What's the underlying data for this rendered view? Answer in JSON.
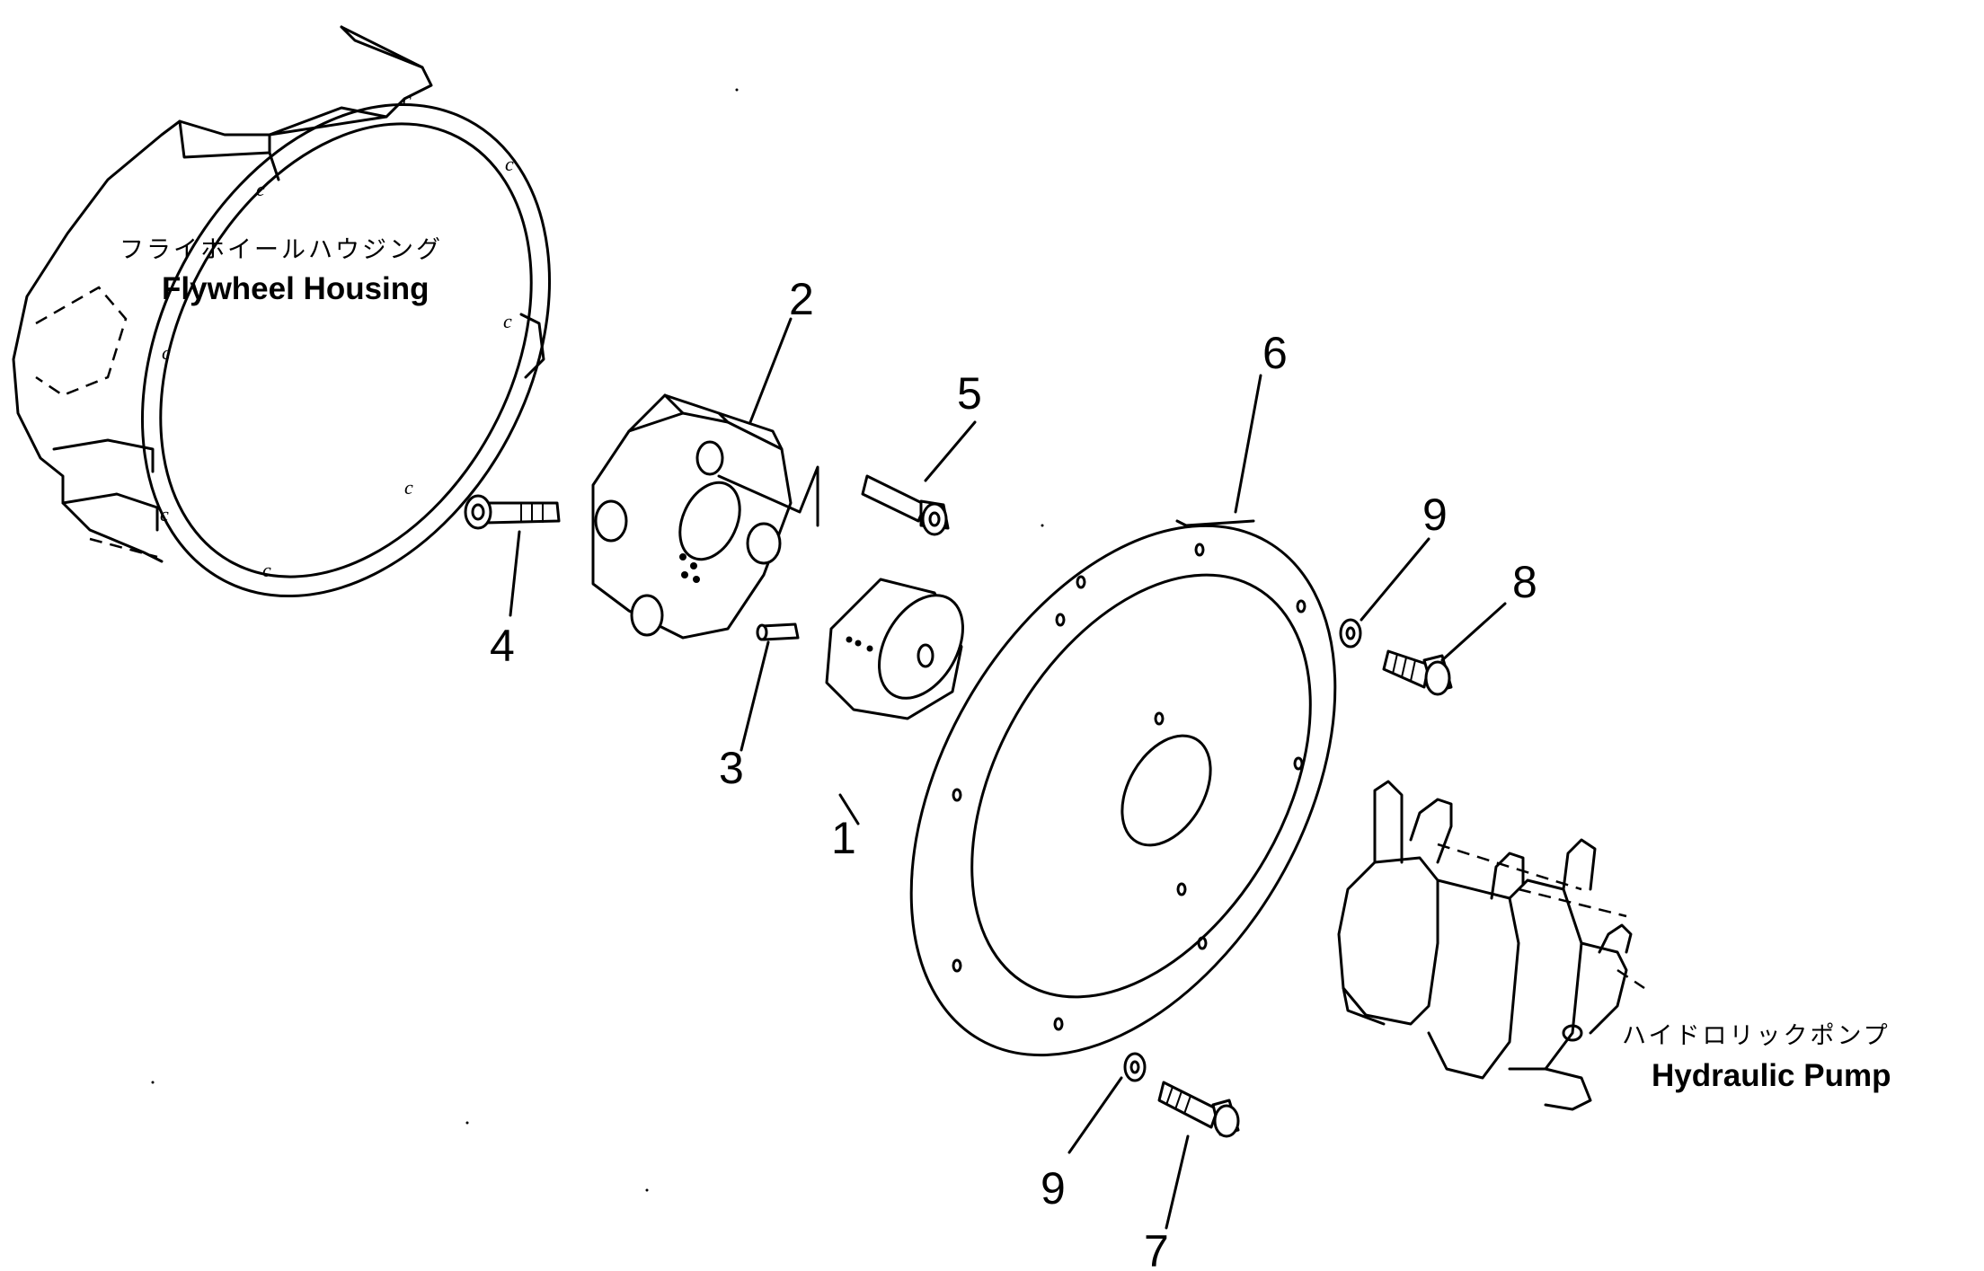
{
  "labels": {
    "flywheel_housing_jp": "フライホイールハウジング",
    "flywheel_housing_en": "Flywheel Housing",
    "hydraulic_pump_jp": "ハイドロリックポンプ",
    "hydraulic_pump_en": "Hydraulic Pump"
  },
  "callouts": {
    "c1": "1",
    "c2": "2",
    "c3": "3",
    "c4": "4",
    "c5": "5",
    "c6": "6",
    "c7": "7",
    "c8": "8",
    "c9a": "9",
    "c9b": "9"
  },
  "housing_marks": {
    "mark": "c"
  }
}
